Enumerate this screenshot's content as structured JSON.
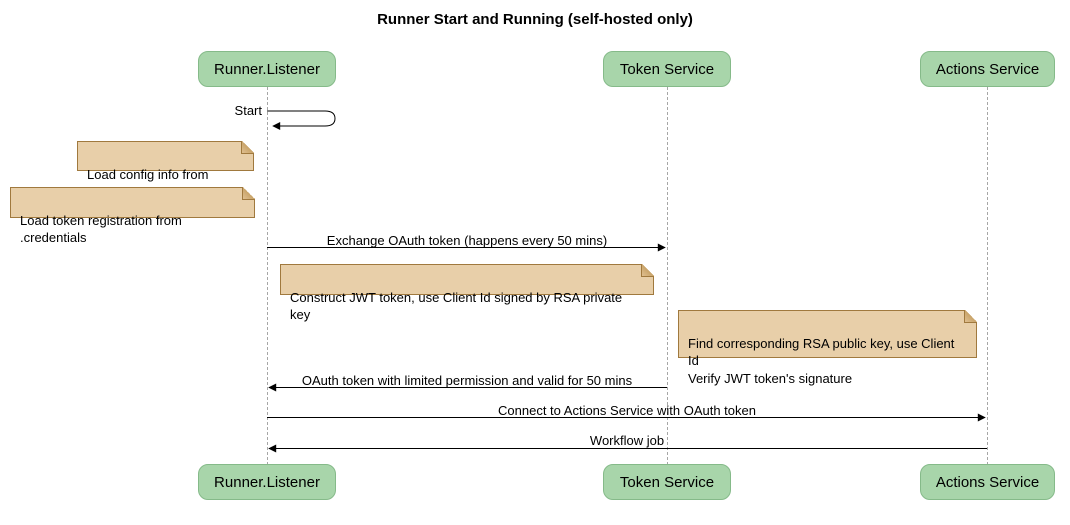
{
  "title": "Runner Start and Running (self-hosted only)",
  "participants": [
    {
      "name": "Runner.Listener"
    },
    {
      "name": "Token Service"
    },
    {
      "name": "Actions Service"
    }
  ],
  "messages": [
    {
      "label": "Start",
      "type": "self",
      "from": "Runner.Listener",
      "to": "Runner.Listener"
    },
    {
      "label": "Exchange OAuth token (happens every 50 mins)",
      "type": "solid",
      "from": "Runner.Listener",
      "to": "Token Service"
    },
    {
      "label": "OAuth token with limited permission and valid for 50 mins",
      "type": "solid",
      "from": "Token Service",
      "to": "Runner.Listener"
    },
    {
      "label": "Connect to Actions Service with OAuth token",
      "type": "solid",
      "from": "Runner.Listener",
      "to": "Actions Service"
    },
    {
      "label": "Workflow job",
      "type": "solid",
      "from": "Actions Service",
      "to": "Runner.Listener"
    }
  ],
  "notes": [
    {
      "text": "Load config info from .runner",
      "anchor": "Runner.Listener"
    },
    {
      "text": "Load token registration from .credentials",
      "anchor": "Runner.Listener"
    },
    {
      "text": "Construct JWT token, use Client Id signed by RSA private key",
      "anchor": "Token Service"
    },
    {
      "text": "Find corresponding RSA public key, use Client Id\nVerify JWT token's signature",
      "anchor": "Actions Service"
    }
  ],
  "colors": {
    "participant_fill": "#a8d5aa",
    "participant_border": "#85ba89",
    "note_fill": "#e8cfa9",
    "note_border": "#a0793e",
    "lifeline": "#a6a6a6",
    "arrow": "#000000",
    "text": "#000000",
    "background": "#ffffff"
  }
}
